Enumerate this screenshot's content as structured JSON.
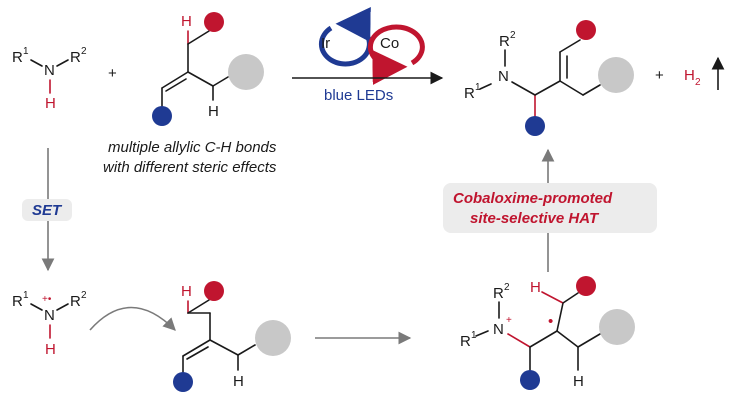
{
  "colors": {
    "red": "#c0152f",
    "navy": "#1f3a93",
    "gray_sphere": "#c8c8c8",
    "gray_box": "#ececec",
    "arrow_gray": "#7a7a7a"
  },
  "amine": {
    "r1": "R",
    "r1_sup": "1",
    "r2": "R",
    "r2_sup": "2",
    "n": "N",
    "h": "H"
  },
  "plus_sign": "+",
  "alkene": {
    "h_top": "H",
    "h_bottom": "H"
  },
  "note": {
    "line1": "multiple allylic C-H bonds",
    "line2": "with different steric effects"
  },
  "catalysts": {
    "ir": "Ir",
    "co": "Co"
  },
  "condition": "blue LEDs",
  "product": {
    "r1": "R",
    "r1_sup": "1",
    "r2": "R",
    "r2_sup": "2",
    "n": "N"
  },
  "byproduct": {
    "h": "H",
    "sub": "2"
  },
  "set_label": "SET",
  "radical_cation": {
    "r1": "R",
    "r1_sup": "1",
    "r2": "R",
    "r2_sup": "2",
    "n": "N",
    "h": "H",
    "charge": "+•"
  },
  "alkene2": {
    "h_top": "H",
    "h_bottom": "H"
  },
  "intermediate": {
    "r1": "R",
    "r1_sup": "1",
    "r2": "R",
    "r2_sup": "2",
    "n": "N",
    "charge": "+",
    "h_top": "H",
    "h_bottom": "H",
    "radical": "•"
  },
  "hat_box": {
    "line1": "Cobaloxime-promoted",
    "line2": "site-selective HAT"
  }
}
